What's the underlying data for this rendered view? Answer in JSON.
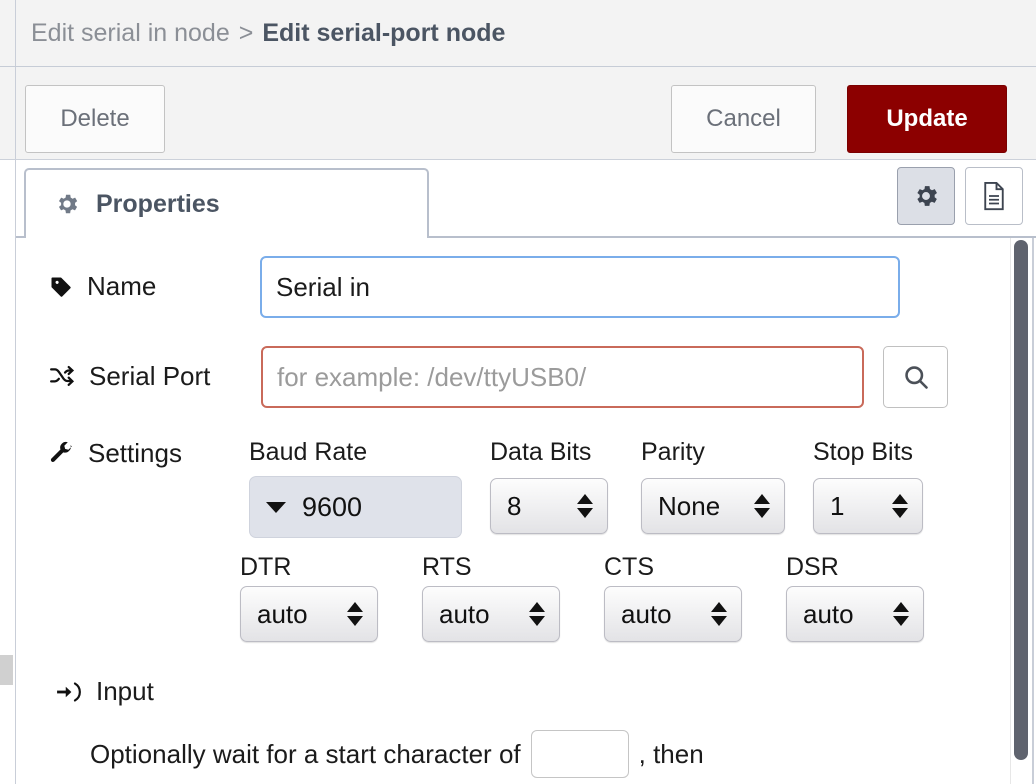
{
  "breadcrumb": {
    "previous": "Edit serial in node",
    "separator": ">",
    "current": "Edit serial-port node"
  },
  "toolbar": {
    "delete_label": "Delete",
    "cancel_label": "Cancel",
    "update_label": "Update",
    "update_color": "#8c0000"
  },
  "tabs": {
    "active_label": "Properties",
    "icon_buttons": [
      {
        "name": "gear-icon",
        "selected": true
      },
      {
        "name": "description-icon",
        "selected": false
      }
    ]
  },
  "form": {
    "name": {
      "label": "Name",
      "icon": "tag-icon",
      "value": "Serial in",
      "placeholder": "Name",
      "focused": true,
      "border_color": "#7aadea"
    },
    "serial_port": {
      "label": "Serial Port",
      "icon": "random-icon",
      "value": "",
      "placeholder": "for example: /dev/ttyUSB0/",
      "invalid": true,
      "border_color": "#c96a5a",
      "search_button_icon": "search-icon"
    },
    "settings": {
      "label": "Settings",
      "icon": "wrench-icon",
      "fields": [
        {
          "label": "Baud Rate",
          "value": "9600",
          "type": "combo"
        },
        {
          "label": "Data Bits",
          "value": "8",
          "type": "select"
        },
        {
          "label": "Parity",
          "value": "None",
          "type": "select"
        },
        {
          "label": "Stop Bits",
          "value": "1",
          "type": "select"
        },
        {
          "label": "DTR",
          "value": "auto",
          "type": "select"
        },
        {
          "label": "RTS",
          "value": "auto",
          "type": "select"
        },
        {
          "label": "CTS",
          "value": "auto",
          "type": "select"
        },
        {
          "label": "DSR",
          "value": "auto",
          "type": "select"
        }
      ]
    },
    "input_section": {
      "label": "Input",
      "icon": "sign-in-icon",
      "wait_prefix": "Optionally wait for a start character of",
      "wait_char_value": "",
      "wait_suffix": ", then"
    }
  },
  "scrollbar": {
    "thumb_color": "#5f636e"
  }
}
